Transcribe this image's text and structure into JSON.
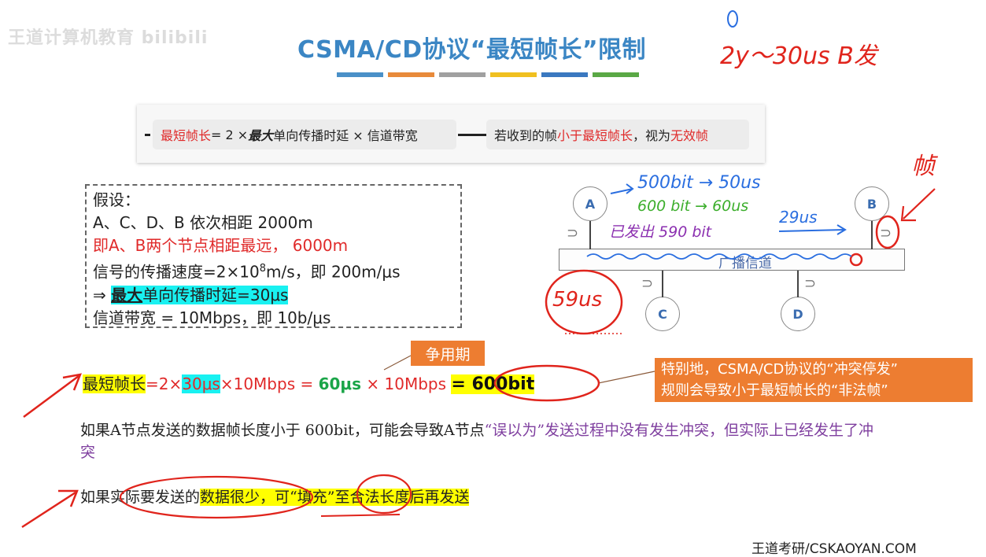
{
  "header": {
    "watermark": "王道计算机教育 bilibili",
    "title": "CSMA/CD协议“最短帧长”限制",
    "stripe_colors": [
      "#4a90c8",
      "#e88a3a",
      "#a0a0a0",
      "#f0c020",
      "#3a78c0",
      "#5aa845"
    ]
  },
  "top_box": {
    "left_red": "最短帧长",
    "left_mid": " = 2 × ",
    "left_bold": "最大",
    "left_rest": "单向传播时延 × 信道带宽",
    "right_pre": "若收到的帧",
    "right_red": "小于最短帧长",
    "right_mid": "，视为",
    "right_red2": "无效帧"
  },
  "assume": {
    "l1": "假设：",
    "l2": "A、C、D、B 依次相距 2000m",
    "l3": "即A、B两个节点相距最远， 6000m",
    "l4a": "信号的传播速度=2×10",
    "l4sup": "8",
    "l4b": "m/s，即 200m/μs",
    "l5a": "⇒ ",
    "l5b": "最大",
    "l5c": "单向传播时延=30μs",
    "l6": "信道带宽 = 10Mbps，即 10b/μs"
  },
  "formula": {
    "a": "最短帧长",
    "b": "=2×",
    "c": "30μs",
    "d": "×10Mbps = ",
    "e": "60μs",
    "f": " × 10Mbps ",
    "g": " = 600bit"
  },
  "labels": {
    "contention": "争用期",
    "callout_l1": "特别地，CSMA/CD协议的“冲突停发”",
    "callout_l2": "规则会导致小于最短帧长的“非法帧”",
    "bus": "广播信道"
  },
  "para1": {
    "a": "如果A节点发送的数据帧长度小于 600bit，可能会导致A节点",
    "b": "“误以为”发送过程中没有发生冲突，但实际上已经发生了冲突"
  },
  "para2": {
    "a": "如果实际要发送的",
    "b": "数据很少，可“填充”至合法长度后再发送"
  },
  "nodes": {
    "a": "A",
    "b": "B",
    "c": "C",
    "d": "D"
  },
  "handwriting": {
    "top_circle": "0",
    "top_note": "2y～30us  B发",
    "frame": "帧",
    "n1": "500bit → 50us",
    "n2": "600 bit → 60us",
    "n3": "已发出 590 bit",
    "n4": "29us",
    "n5": "59us"
  },
  "footer": "王道考研/CSKAOYAN.COM",
  "colors": {
    "title": "#3b86c4",
    "red": "#e02a2a",
    "green": "#1aa548",
    "orange": "#ed7d31",
    "purple": "#7f3f9f",
    "pen_red": "#e0241c",
    "pen_blue": "#2a6ee0",
    "pen_green": "#3cae2c",
    "pen_purple": "#8b2fb0"
  }
}
